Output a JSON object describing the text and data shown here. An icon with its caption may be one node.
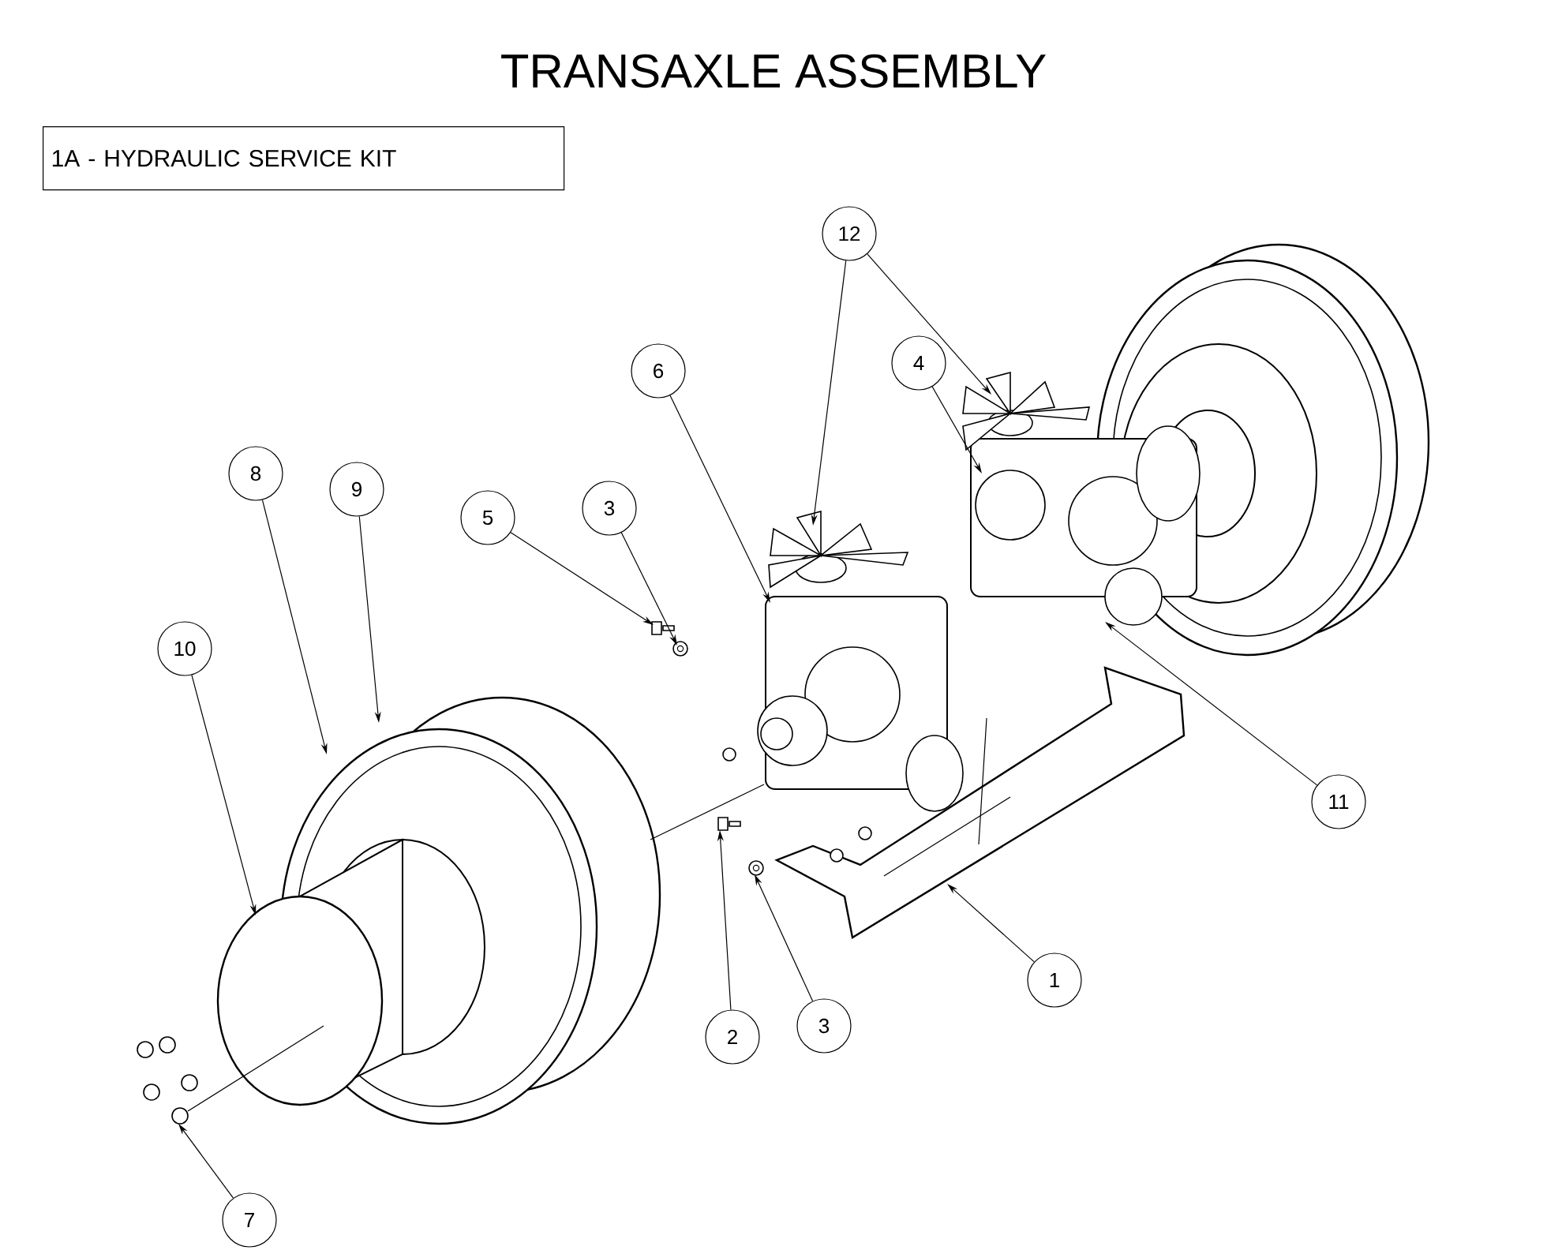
{
  "diagram": {
    "title": "TRANSAXLE ASSEMBLY",
    "nodes": [
      {
        "text": [
          "1A - HYDRAULIC SERVICE KIT"
        ]
      },
      {
        "text": [
          "12"
        ]
      },
      {
        "text": [
          "6"
        ]
      },
      {
        "text": [
          "4"
        ]
      },
      {
        "text": [
          "8"
        ]
      },
      {
        "text": [
          "9"
        ]
      },
      {
        "text": [
          "5"
        ]
      },
      {
        "text": [
          "3"
        ]
      },
      {
        "text": [
          "10"
        ]
      },
      {
        "text": [
          "11"
        ]
      },
      {
        "text": [
          "1"
        ]
      },
      {
        "text": [
          "2"
        ]
      },
      {
        "text": [
          "3"
        ]
      },
      {
        "text": [
          "7"
        ]
      },
      {
        "text": [],
        "shape": "picture"
      },
      {
        "text": [],
        "shape": "picture"
      },
      {
        "text": [],
        "shape": "picture"
      },
      {
        "text": [],
        "shape": "picture"
      },
      {
        "text": [],
        "shape": "picture"
      },
      {
        "text": [],
        "shape": "picture"
      },
      {
        "text": [],
        "shape": "picture"
      },
      {
        "text": [],
        "shape": "picture"
      },
      {
        "text": [],
        "shape": "picture"
      },
      {
        "text": [],
        "shape": "picture"
      },
      {
        "text": [],
        "shape": "picture"
      },
      {
        "text": [],
        "shape": "picture"
      }
    ],
    "edges": [
      {
        "from": 1,
        "to": 17,
        "arrow": "to"
      },
      {
        "from": 1,
        "to": 15,
        "arrow": "to"
      },
      {
        "from": 2,
        "to": 17,
        "arrow": "to"
      },
      {
        "from": 3,
        "to": 16,
        "arrow": "to"
      },
      {
        "from": 4,
        "to": 19,
        "arrow": "to"
      },
      {
        "from": 5,
        "to": 19,
        "arrow": "to"
      },
      {
        "from": 6,
        "to": 20,
        "arrow": "to"
      },
      {
        "from": 7,
        "to": 21,
        "arrow": "to"
      },
      {
        "from": 8,
        "to": 18,
        "arrow": "to"
      },
      {
        "from": 9,
        "to": 16,
        "arrow": "to"
      },
      {
        "from": 10,
        "to": 22,
        "arrow": "to"
      },
      {
        "from": 11,
        "to": 23,
        "arrow": "to"
      },
      {
        "from": 12,
        "to": 24,
        "arrow": "to"
      },
      {
        "from": 13,
        "to": 25,
        "arrow": "to"
      },
      {
        "from": 19,
        "to": 17,
        "arrow": "none"
      }
    ]
  }
}
